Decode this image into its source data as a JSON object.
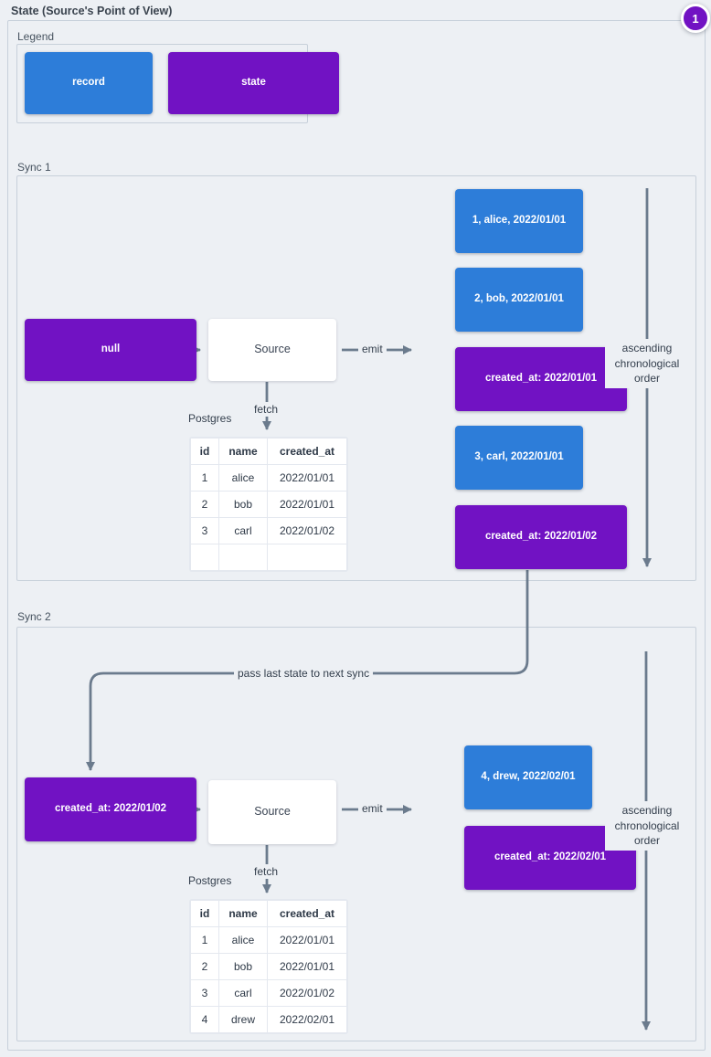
{
  "page": {
    "title": "State (Source's Point of View)",
    "badge": "1"
  },
  "colors": {
    "record": "#2d7dd9",
    "state": "#7112c3",
    "line": "#6b7b8d"
  },
  "legend": {
    "label": "Legend",
    "record_label": "record",
    "state_label": "state"
  },
  "sync1": {
    "label": "Sync 1",
    "input_state": "null",
    "source_label": "Source",
    "emit_label": "emit",
    "fetch_label": "fetch",
    "postgres_label": "Postgres",
    "table": {
      "headers": [
        "id",
        "name",
        "created_at"
      ],
      "rows": [
        [
          "1",
          "alice",
          "2022/01/01"
        ],
        [
          "2",
          "bob",
          "2022/01/01"
        ],
        [
          "3",
          "carl",
          "2022/01/02"
        ],
        [
          "",
          "",
          ""
        ]
      ]
    },
    "stack": [
      {
        "type": "record",
        "text": "1, alice, 2022/01/01"
      },
      {
        "type": "record",
        "text": "2, bob, 2022/01/01"
      },
      {
        "type": "state",
        "text": "created_at: 2022/01/01"
      },
      {
        "type": "record",
        "text": "3, carl, 2022/01/01"
      },
      {
        "type": "state",
        "text": "created_at: 2022/01/02"
      }
    ],
    "order_note": "ascending chronological order"
  },
  "connector": {
    "label": "pass last state to next sync"
  },
  "sync2": {
    "label": "Sync 2",
    "input_state": "created_at: 2022/01/02",
    "source_label": "Source",
    "emit_label": "emit",
    "fetch_label": "fetch",
    "postgres_label": "Postgres",
    "table": {
      "headers": [
        "id",
        "name",
        "created_at"
      ],
      "rows": [
        [
          "1",
          "alice",
          "2022/01/01"
        ],
        [
          "2",
          "bob",
          "2022/01/01"
        ],
        [
          "3",
          "carl",
          "2022/01/02"
        ],
        [
          "4",
          "drew",
          "2022/02/01"
        ]
      ]
    },
    "stack": [
      {
        "type": "record",
        "text": "4, drew, 2022/02/01"
      },
      {
        "type": "state",
        "text": "created_at: 2022/02/01"
      }
    ],
    "order_note": "ascending chronological order"
  }
}
